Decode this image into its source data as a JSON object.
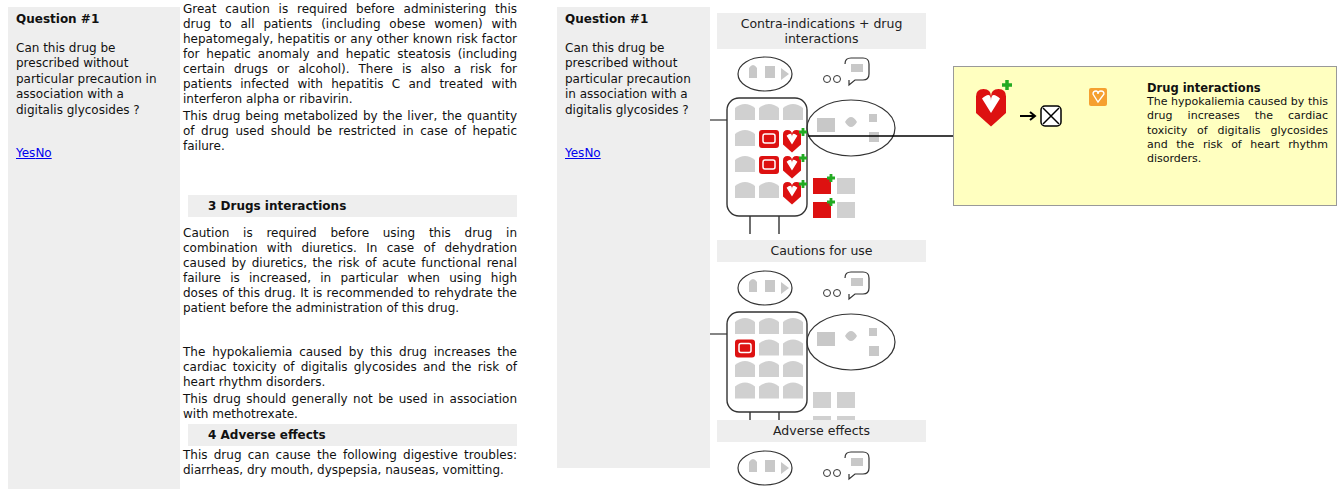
{
  "diagram": {
    "nodes": [
      {
        "text": [
          "Question #1",
          "Can this drug be prescribed without particular precaution in association with a digitalis glycosides ?",
          "Yes",
          "No"
        ]
      },
      {
        "text": [
          "3 Drugs interactions"
        ]
      },
      {
        "text": [
          "4 Adverse effects"
        ]
      },
      {
        "text": [
          "Question #1",
          "Can this drug be prescribed without particular precaution in association with a digitalis glycosides ?",
          "Yes",
          "No"
        ]
      },
      {
        "text": [
          "Contra-indications + drug interactions"
        ]
      },
      {
        "text": [
          "Cautions for use"
        ]
      },
      {
        "text": [
          "Adverse effects"
        ]
      },
      {
        "text": [
          "Drug interactions",
          "The hypokaliemia caused by this drug increases the cardiac toxicity of digitalis glycosides and the risk of heart rhythm disorders."
        ]
      }
    ],
    "labels": [
      "Great caution is required before administering this drug to all patients (including obese women) with hepatomegaly, hepatitis or any other known risk factor for hepatic anomaly and hepatic steatosis (including certain drugs or alcohol). There is also a risk for patients infected with hepatitis C and treated with interferon alpha or ribavirin.",
      "This drug being metabolized by the liver, the quantity of drug used should be restricted in case of hepatic failure.",
      "Caution is required before using this drug in combination with diuretics. In case of dehydration caused by diuretics, the risk of acute functional renal failure is increased, in particular when using high doses of this drug. It is recommended to rehydrate the patient before the administration of this drug.",
      "The hypokaliemia caused by this drug increases the cardiac toxicity of digitalis glycosides and the risk of heart rhythm disorders.",
      "This drug should generally not be used in association with methotrexate.",
      "This drug can cause the following digestive troubles: diarrheas, dry mouth, dyspepsia, nauseas, vomitting."
    ]
  }
}
